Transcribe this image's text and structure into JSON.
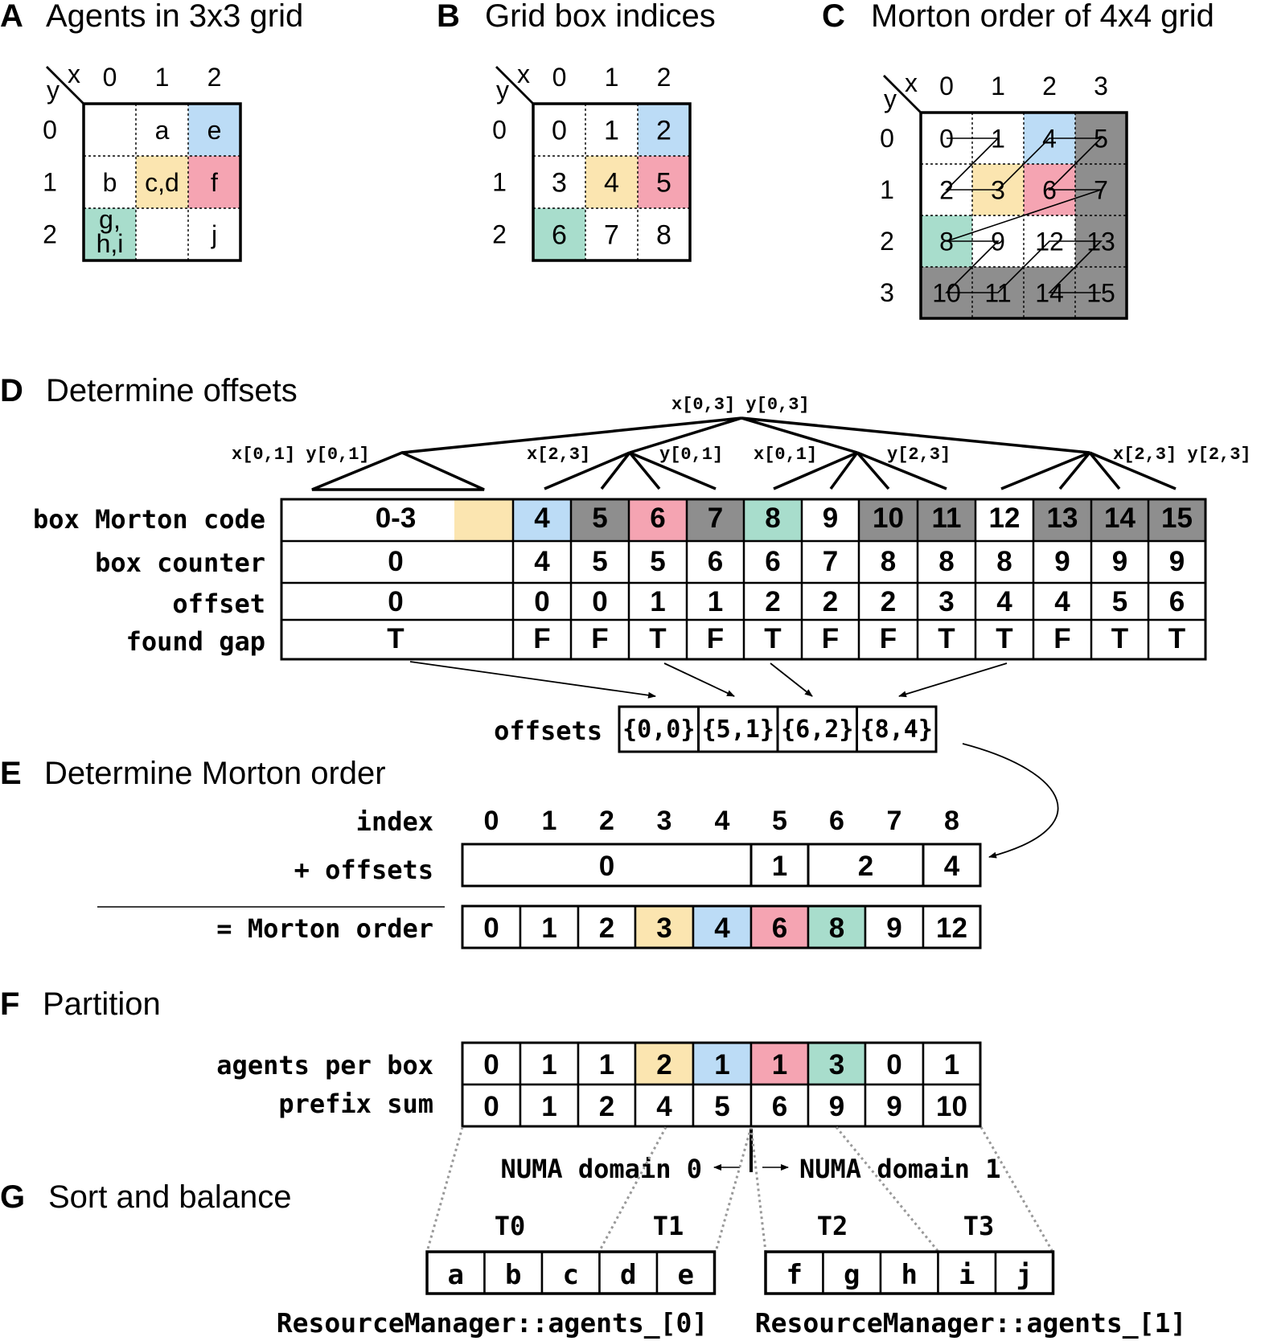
{
  "colors": {
    "blue": "#bcdcf6",
    "yellow": "#fbe5b0",
    "pink": "#f5a4b2",
    "green": "#a8ddcc",
    "gray": "#8e8e8e",
    "white": "#ffffff",
    "black": "#000000"
  },
  "panelA": {
    "letter": "A",
    "title": "Agents in 3x3 grid",
    "xlabel": "x",
    "ylabel": "y",
    "cols": [
      "0",
      "1",
      "2"
    ],
    "rows": [
      "0",
      "1",
      "2"
    ],
    "cells": [
      [
        "",
        "a",
        "e"
      ],
      [
        "b",
        "c,d",
        "f"
      ],
      [
        "g,\nh,i",
        "",
        "j"
      ]
    ],
    "fills": [
      [
        "white",
        "white",
        "blue"
      ],
      [
        "white",
        "yellow",
        "pink"
      ],
      [
        "green",
        "white",
        "white"
      ]
    ]
  },
  "panelB": {
    "letter": "B",
    "title": "Grid box indices",
    "xlabel": "x",
    "ylabel": "y",
    "cols": [
      "0",
      "1",
      "2"
    ],
    "rows": [
      "0",
      "1",
      "2"
    ],
    "cells": [
      [
        "0",
        "1",
        "2"
      ],
      [
        "3",
        "4",
        "5"
      ],
      [
        "6",
        "7",
        "8"
      ]
    ],
    "fills": [
      [
        "white",
        "white",
        "blue"
      ],
      [
        "white",
        "yellow",
        "pink"
      ],
      [
        "green",
        "white",
        "white"
      ]
    ]
  },
  "panelC": {
    "letter": "C",
    "title": "Morton order of 4x4 grid",
    "xlabel": "x",
    "ylabel": "y",
    "cols": [
      "0",
      "1",
      "2",
      "3"
    ],
    "rows": [
      "0",
      "1",
      "2",
      "3"
    ],
    "cells": [
      [
        "0",
        "1",
        "4",
        "5"
      ],
      [
        "2",
        "3",
        "6",
        "7"
      ],
      [
        "8",
        "9",
        "12",
        "13"
      ],
      [
        "10",
        "11",
        "14",
        "15"
      ]
    ],
    "fills": [
      [
        "white",
        "white",
        "blue",
        "gray"
      ],
      [
        "white",
        "yellow",
        "pink",
        "gray"
      ],
      [
        "green",
        "white",
        "white",
        "gray"
      ],
      [
        "gray",
        "gray",
        "gray",
        "gray"
      ]
    ]
  },
  "panelD": {
    "letter": "D",
    "title": "Determine offsets",
    "tree": {
      "root": "x[0,3] y[0,3]",
      "n1": "x[0,1] y[0,1]",
      "n2a": "x[2,3]",
      "n2b": "y[0,1]",
      "n3a": "x[0,1]",
      "n3b": "y[2,3]",
      "n4": "x[2,3] y[2,3]"
    },
    "row_labels": [
      "box Morton code",
      "box counter",
      "offset",
      "found gap"
    ],
    "columns": [
      {
        "code": "0-3",
        "counter": "0",
        "offset": "0",
        "gap": "T",
        "fill": "white"
      },
      {
        "code": "",
        "counter": "",
        "offset": "",
        "gap": "",
        "fill": "yellow"
      },
      {
        "code": "4",
        "counter": "4",
        "offset": "0",
        "gap": "F",
        "fill": "blue"
      },
      {
        "code": "5",
        "counter": "5",
        "offset": "0",
        "gap": "F",
        "fill": "gray"
      },
      {
        "code": "6",
        "counter": "5",
        "offset": "1",
        "gap": "T",
        "fill": "pink"
      },
      {
        "code": "7",
        "counter": "6",
        "offset": "1",
        "gap": "F",
        "fill": "gray"
      },
      {
        "code": "8",
        "counter": "6",
        "offset": "2",
        "gap": "T",
        "fill": "green"
      },
      {
        "code": "9",
        "counter": "7",
        "offset": "2",
        "gap": "F",
        "fill": "white"
      },
      {
        "code": "10",
        "counter": "8",
        "offset": "2",
        "gap": "F",
        "fill": "gray"
      },
      {
        "code": "11",
        "counter": "8",
        "offset": "3",
        "gap": "T",
        "fill": "gray"
      },
      {
        "code": "12",
        "counter": "8",
        "offset": "4",
        "gap": "T",
        "fill": "white"
      },
      {
        "code": "13",
        "counter": "9",
        "offset": "4",
        "gap": "F",
        "fill": "gray"
      },
      {
        "code": "14",
        "counter": "9",
        "offset": "5",
        "gap": "T",
        "fill": "gray"
      },
      {
        "code": "15",
        "counter": "9",
        "offset": "6",
        "gap": "T",
        "fill": "gray"
      }
    ],
    "offsets_label": "offsets",
    "offsets": [
      "{0,0}",
      "{5,1}",
      "{6,2}",
      "{8,4}"
    ]
  },
  "panelE": {
    "letter": "E",
    "title": "Determine Morton order",
    "index_label": "index",
    "offsets_label": "+ offsets",
    "result_label": "= Morton order",
    "index": [
      "0",
      "1",
      "2",
      "3",
      "4",
      "5",
      "6",
      "7",
      "8"
    ],
    "offset_segments": [
      "0",
      "1",
      "2",
      "4"
    ],
    "morton": [
      "0",
      "1",
      "2",
      "3",
      "4",
      "6",
      "8",
      "9",
      "12"
    ],
    "morton_fills": [
      "white",
      "white",
      "white",
      "yellow",
      "blue",
      "pink",
      "green",
      "white",
      "white"
    ]
  },
  "panelF": {
    "letter": "F",
    "title": "Partition",
    "agents_label": "agents per box",
    "prefix_label": "prefix sum",
    "agents": [
      "0",
      "1",
      "1",
      "2",
      "1",
      "1",
      "3",
      "0",
      "1"
    ],
    "agents_fills": [
      "white",
      "white",
      "white",
      "yellow",
      "blue",
      "pink",
      "green",
      "white",
      "white"
    ],
    "prefix": [
      "0",
      "1",
      "2",
      "4",
      "5",
      "6",
      "9",
      "9",
      "10"
    ]
  },
  "panelG": {
    "letter": "G",
    "title": "Sort and balance",
    "numa0": "NUMA domain 0",
    "numa1": "NUMA domain 1",
    "threads": [
      "T0",
      "T1",
      "T2",
      "T3"
    ],
    "agents0": [
      "a",
      "b",
      "c",
      "d",
      "e"
    ],
    "agents1": [
      "f",
      "g",
      "h",
      "i",
      "j"
    ],
    "rm0": "ResourceManager::agents_[0]",
    "rm1": "ResourceManager::agents_[1]"
  }
}
